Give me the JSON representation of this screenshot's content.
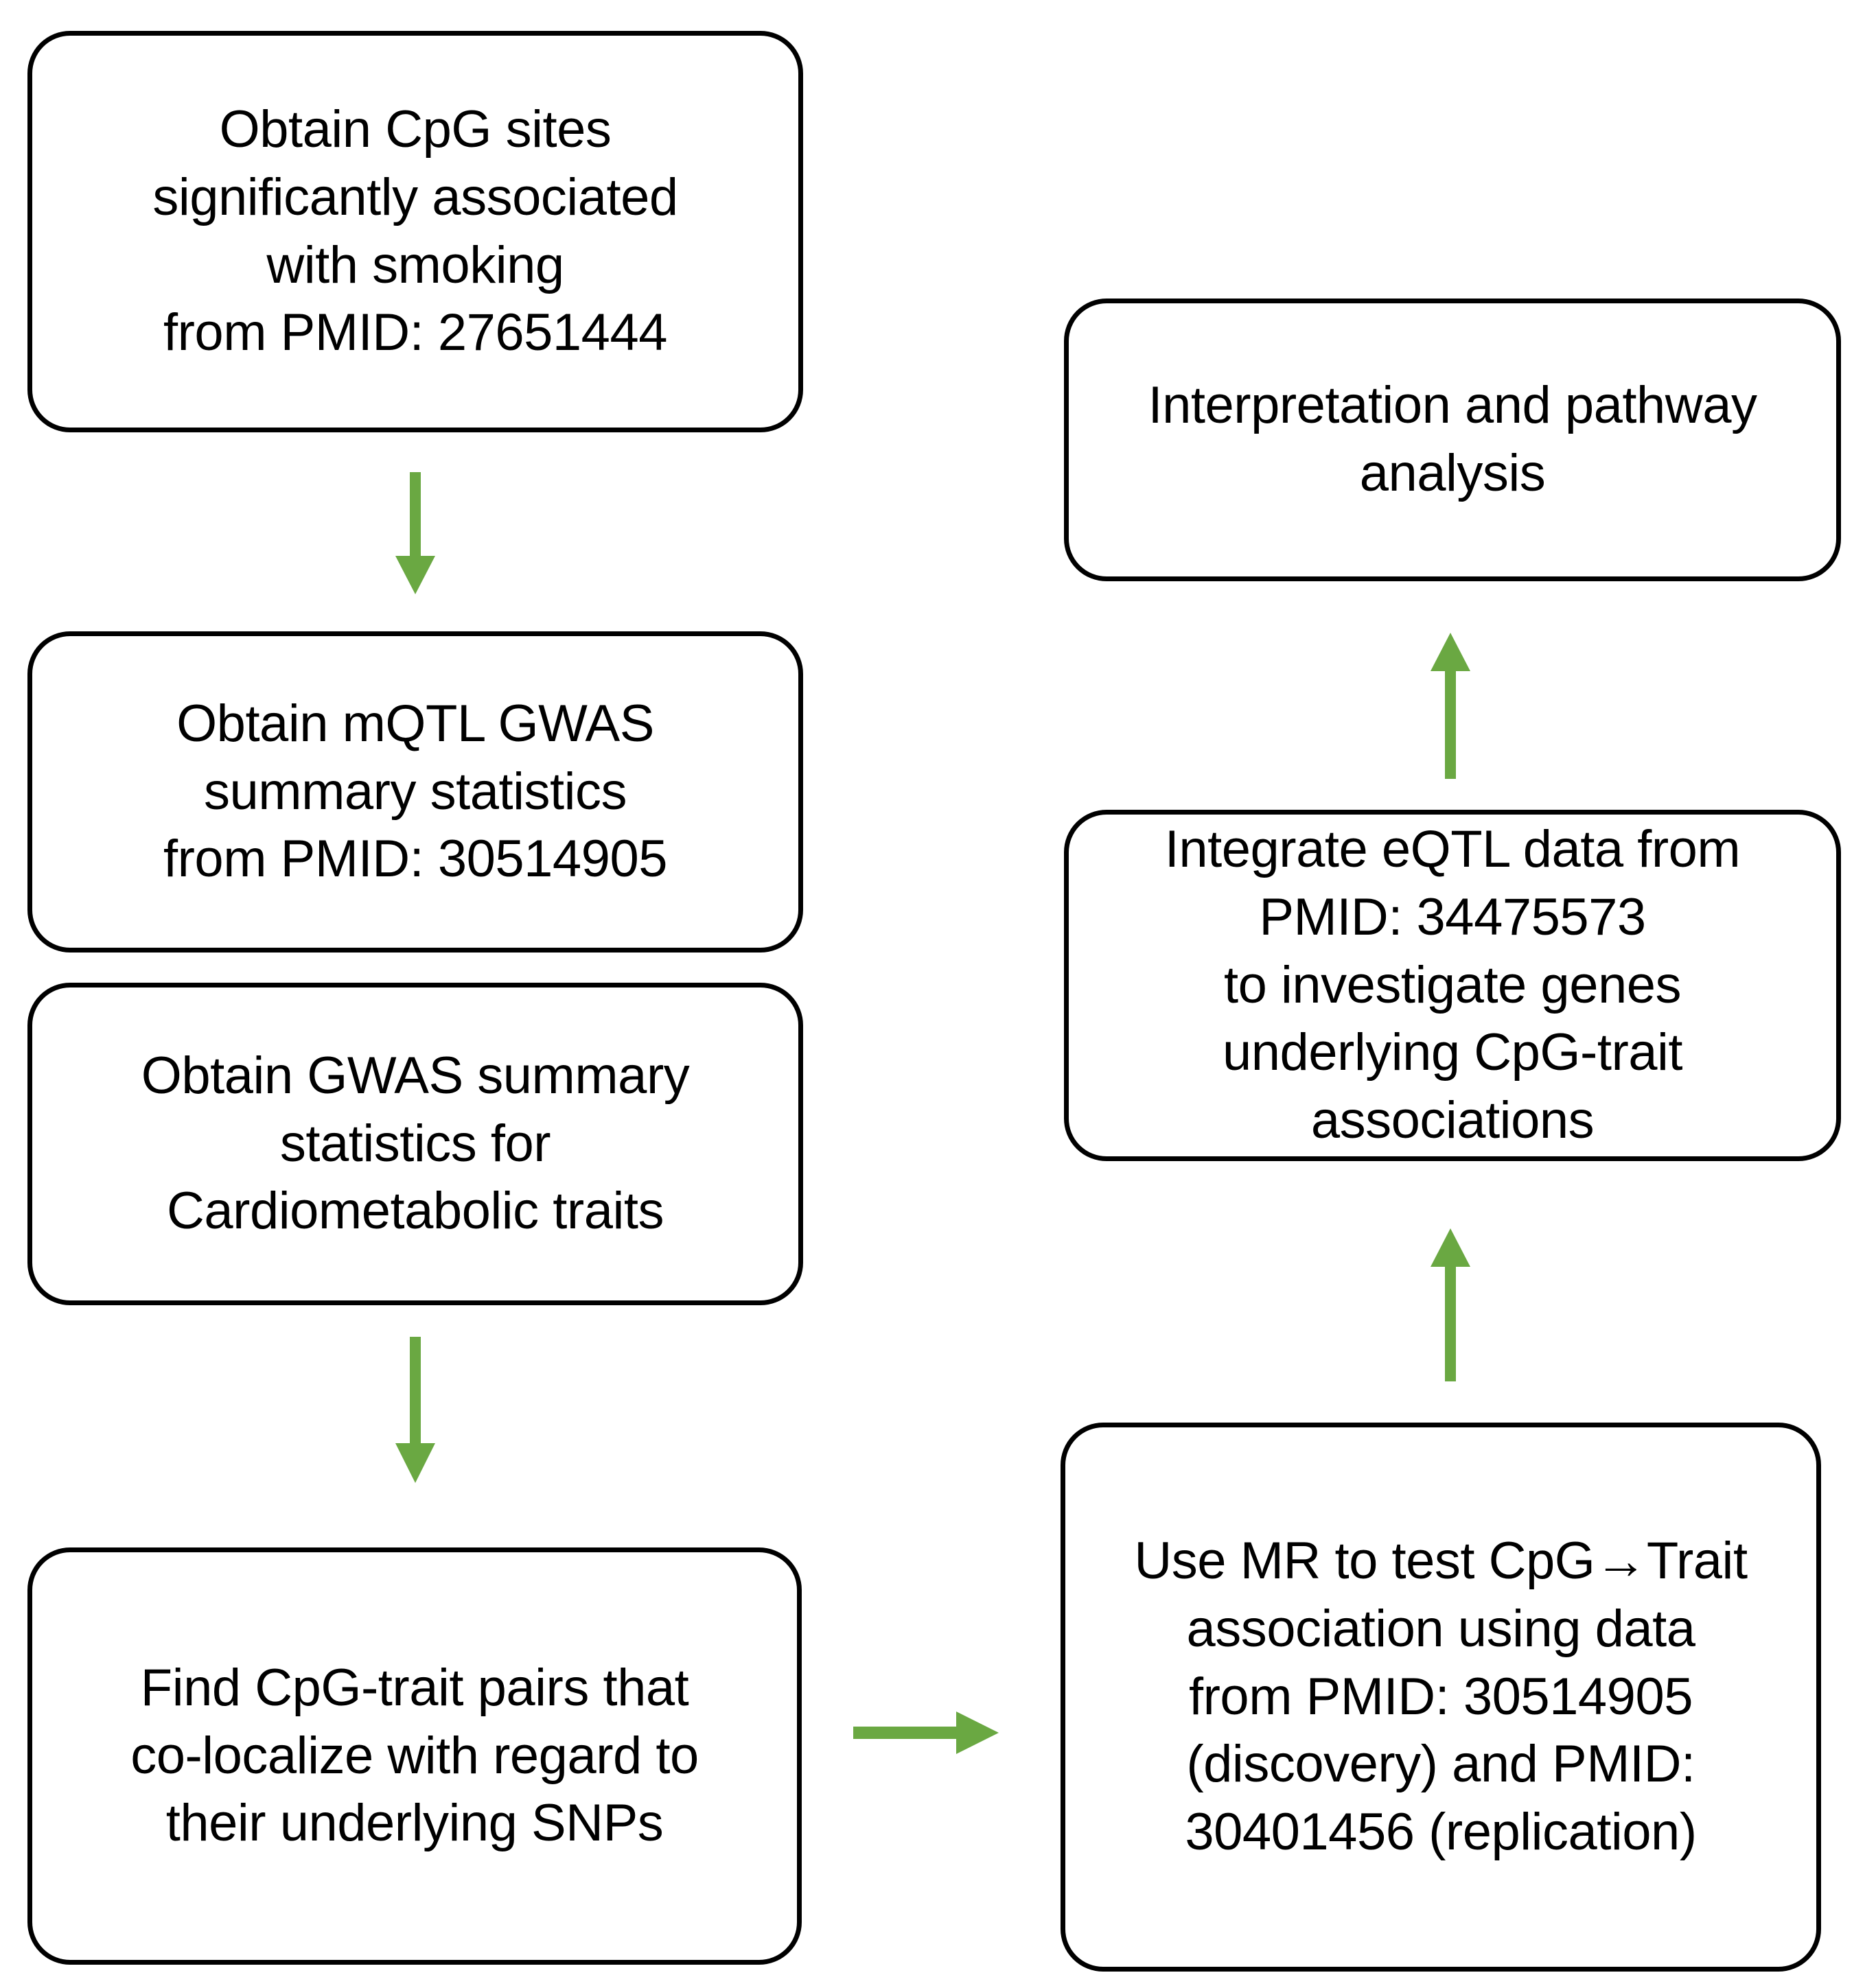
{
  "figure": {
    "type": "flowchart",
    "orientation": "two-column",
    "accent_color": "#6aa842",
    "node_border_color": "#000000",
    "background_color": "#ffffff",
    "text_color": "#000000"
  },
  "nodes": [
    {
      "id": "cpg-sites",
      "column": "left",
      "order": 1,
      "text": "Obtain CpG sites\nsignificantly associated\nwith smoking\nfrom PMID: 27651444",
      "pmids": [
        "27651444"
      ]
    },
    {
      "id": "mqtl-gwas",
      "column": "left",
      "order": 2,
      "text": "Obtain mQTL GWAS\nsummary statistics\nfrom PMID: 30514905",
      "pmids": [
        "30514905"
      ]
    },
    {
      "id": "trait-gwas",
      "column": "left",
      "order": 3,
      "text": "Obtain GWAS summary\nstatistics for\nCardiometabolic traits",
      "pmids": []
    },
    {
      "id": "colocalization",
      "column": "left",
      "order": 4,
      "text": "Find CpG-trait pairs that\nco-localize with regard to\ntheir underlying SNPs",
      "pmids": []
    },
    {
      "id": "mendelian-randomization",
      "column": "right",
      "order": 1,
      "text": "Use MR to test CpG→Trait\nassociation using data\nfrom PMID: 30514905\n(discovery) and PMID:\n30401456 (replication)",
      "pmids": [
        "30514905",
        "30401456"
      ]
    },
    {
      "id": "eqtl-integration",
      "column": "right",
      "order": 2,
      "text": "Integrate eQTL data from\nPMID: 34475573\nto investigate genes\nunderlying CpG-trait\nassociations",
      "pmids": [
        "34475573"
      ]
    },
    {
      "id": "interpretation",
      "column": "right",
      "order": 3,
      "text": "Interpretation and pathway\nanalysis",
      "pmids": []
    }
  ],
  "edges": [
    {
      "id": "cpg-to-mqtl",
      "from": "cpg-sites",
      "to": "mqtl-gwas",
      "direction": "down",
      "color": "#6aa842"
    },
    {
      "id": "trait-to-coloc",
      "from": "trait-gwas",
      "to": "colocalization",
      "direction": "down",
      "color": "#6aa842"
    },
    {
      "id": "coloc-to-mr",
      "from": "colocalization",
      "to": "mendelian-randomization",
      "direction": "right",
      "color": "#6aa842"
    },
    {
      "id": "mr-to-eqtl",
      "from": "mendelian-randomization",
      "to": "eqtl-integration",
      "direction": "up",
      "color": "#6aa842"
    },
    {
      "id": "eqtl-to-interp",
      "from": "eqtl-integration",
      "to": "interpretation",
      "direction": "up",
      "color": "#6aa842"
    }
  ]
}
